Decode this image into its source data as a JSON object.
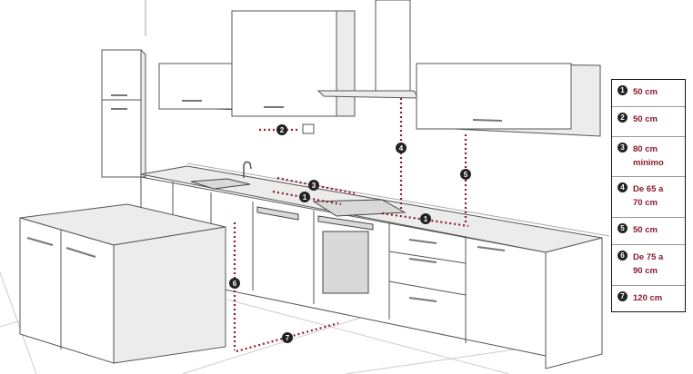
{
  "markers": {
    "m1": "1",
    "m2": "2",
    "m3": "3",
    "m4": "4",
    "m5": "5",
    "m6": "6",
    "m7": "7"
  },
  "legend": [
    {
      "num": "1",
      "lines": [
        "50 cm"
      ]
    },
    {
      "num": "2",
      "lines": [
        "50 cm"
      ]
    },
    {
      "num": "3",
      "lines": [
        "80 cm",
        "minimo"
      ]
    },
    {
      "num": "4",
      "lines": [
        "De 65 a",
        "70 cm"
      ]
    },
    {
      "num": "5",
      "lines": [
        "50 cm"
      ]
    },
    {
      "num": "6",
      "lines": [
        "De 75 a",
        "90 cm"
      ]
    },
    {
      "num": "7",
      "lines": [
        "120 cm"
      ]
    }
  ],
  "colors": {
    "accent": "#8b1a2b"
  }
}
